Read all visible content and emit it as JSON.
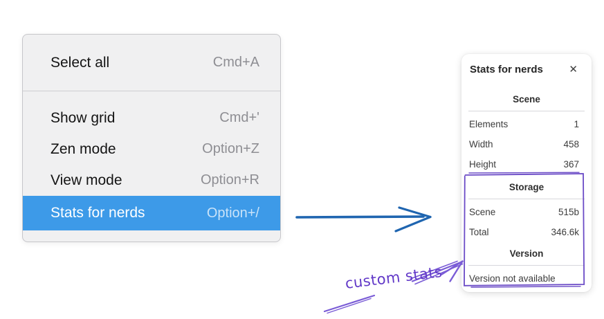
{
  "menu": {
    "select_all": {
      "label": "Select all",
      "shortcut": "Cmd+A"
    },
    "show_grid": {
      "label": "Show grid",
      "shortcut": "Cmd+'"
    },
    "zen_mode": {
      "label": "Zen mode",
      "shortcut": "Option+Z"
    },
    "view_mode": {
      "label": "View mode",
      "shortcut": "Option+R"
    },
    "stats_for_nerds": {
      "label": "Stats for nerds",
      "shortcut": "Option+/",
      "state": "highlighted"
    }
  },
  "panel": {
    "title": "Stats for nerds",
    "close_icon": "✕",
    "scene": {
      "heading": "Scene",
      "rows": [
        {
          "label": "Elements",
          "value": "1"
        },
        {
          "label": "Width",
          "value": "458"
        },
        {
          "label": "Height",
          "value": "367"
        }
      ]
    },
    "storage": {
      "heading": "Storage",
      "rows": [
        {
          "label": "Scene",
          "value": "515b"
        },
        {
          "label": "Total",
          "value": "346.6k"
        }
      ]
    },
    "version": {
      "heading": "Version",
      "note": "Version not available"
    }
  },
  "annotation": {
    "label": "custom stats"
  },
  "colors": {
    "menu_highlight": "#3d9ae8",
    "menu_background": "#f0f0f1",
    "arrow_blue": "#1f65b0",
    "annotation_purple": "#7a5cd6",
    "annotation_rect_purple": "#6a4ac6",
    "annotation_text_purple": "#6239c8"
  }
}
